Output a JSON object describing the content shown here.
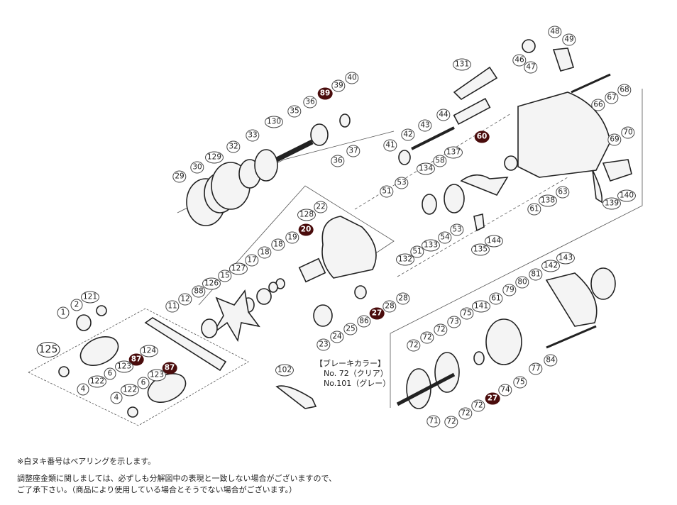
{
  "diagram": {
    "callouts": [
      {
        "label": "48"
      },
      {
        "label": "49"
      },
      {
        "label": "46"
      },
      {
        "label": "47"
      },
      {
        "label": "131"
      },
      {
        "label": "68"
      },
      {
        "label": "67"
      },
      {
        "label": "66"
      },
      {
        "label": "70"
      },
      {
        "label": "69"
      },
      {
        "label": "40"
      },
      {
        "label": "39"
      },
      {
        "label": "89",
        "style": "filled"
      },
      {
        "label": "36"
      },
      {
        "label": "35"
      },
      {
        "label": "130"
      },
      {
        "label": "33"
      },
      {
        "label": "32"
      },
      {
        "label": "129"
      },
      {
        "label": "30"
      },
      {
        "label": "29"
      },
      {
        "label": "37"
      },
      {
        "label": "36"
      },
      {
        "label": "44"
      },
      {
        "label": "43"
      },
      {
        "label": "42"
      },
      {
        "label": "41"
      },
      {
        "label": "60",
        "style": "filled"
      },
      {
        "label": "137"
      },
      {
        "label": "58"
      },
      {
        "label": "134"
      },
      {
        "label": "53"
      },
      {
        "label": "51"
      },
      {
        "label": "63"
      },
      {
        "label": "138"
      },
      {
        "label": "61"
      },
      {
        "label": "139"
      },
      {
        "label": "140"
      },
      {
        "label": "53"
      },
      {
        "label": "54"
      },
      {
        "label": "133"
      },
      {
        "label": "51"
      },
      {
        "label": "132"
      },
      {
        "label": "135"
      },
      {
        "label": "144"
      },
      {
        "label": "22"
      },
      {
        "label": "128"
      },
      {
        "label": "20",
        "style": "filled"
      },
      {
        "label": "19"
      },
      {
        "label": "18"
      },
      {
        "label": "18"
      },
      {
        "label": "17"
      },
      {
        "label": "127"
      },
      {
        "label": "15"
      },
      {
        "label": "126"
      },
      {
        "label": "88"
      },
      {
        "label": "12"
      },
      {
        "label": "11"
      },
      {
        "label": "28"
      },
      {
        "label": "28"
      },
      {
        "label": "27",
        "style": "filled"
      },
      {
        "label": "86"
      },
      {
        "label": "25"
      },
      {
        "label": "24"
      },
      {
        "label": "23"
      },
      {
        "label": "121"
      },
      {
        "label": "2"
      },
      {
        "label": "1"
      },
      {
        "label": "125",
        "style": "large"
      },
      {
        "label": "124"
      },
      {
        "label": "87",
        "style": "filled"
      },
      {
        "label": "123"
      },
      {
        "label": "6"
      },
      {
        "label": "122"
      },
      {
        "label": "4"
      },
      {
        "label": "87",
        "style": "filled"
      },
      {
        "label": "123"
      },
      {
        "label": "6"
      },
      {
        "label": "122"
      },
      {
        "label": "4"
      },
      {
        "label": "102"
      },
      {
        "label": "143"
      },
      {
        "label": "142"
      },
      {
        "label": "81"
      },
      {
        "label": "80"
      },
      {
        "label": "79"
      },
      {
        "label": "61"
      },
      {
        "label": "141"
      },
      {
        "label": "75"
      },
      {
        "label": "73"
      },
      {
        "label": "72"
      },
      {
        "label": "72"
      },
      {
        "label": "72"
      },
      {
        "label": "77"
      },
      {
        "label": "84"
      },
      {
        "label": "75"
      },
      {
        "label": "74"
      },
      {
        "label": "27",
        "style": "filled"
      },
      {
        "label": "72"
      },
      {
        "label": "72"
      },
      {
        "label": "71"
      },
      {
        "label": "72"
      }
    ],
    "brake_legend": {
      "title": "【ブレーキカラー】",
      "items": [
        "No. 72（クリア）",
        "No.101（グレー）"
      ]
    }
  },
  "notes": {
    "bearing_note": "※白ヌキ番号はベアリングを示します。",
    "shim_note_line1": "調整座金類に関しましては、必ずしも分解図中の表現と一致しない場合がございますので、",
    "shim_note_line2": "ご了承下さい。（商品により使用している場合とそうでない場合がございます。）"
  },
  "colors": {
    "filled_callout": "#4a0c0c",
    "line": "#333333"
  }
}
